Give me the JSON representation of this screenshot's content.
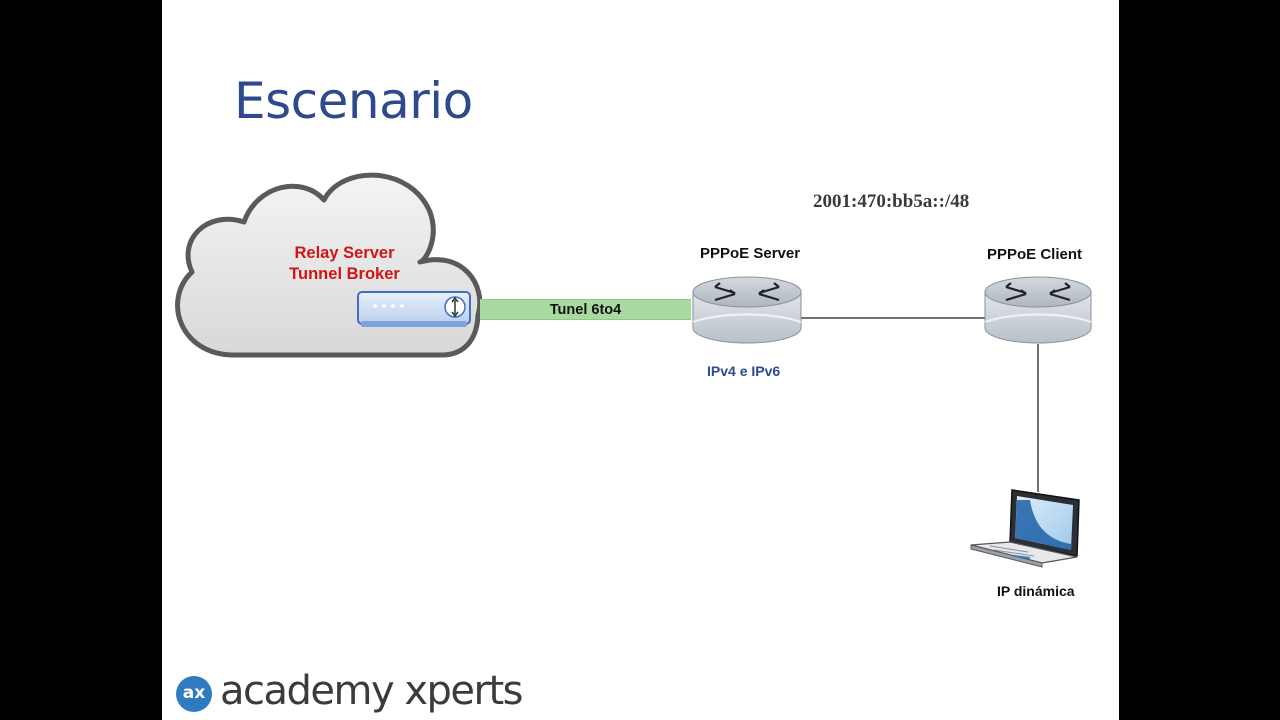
{
  "slide": {
    "title": "Escenario",
    "prefix": "2001:470:bb5a::/48",
    "cloud": {
      "line1": "Relay Server",
      "line2": "Tunnel Broker"
    },
    "tunnel": {
      "label": "Tunel 6to4",
      "color": "#A9DBA0"
    },
    "pppoe_server": {
      "label": "PPPoE Server",
      "sublabel": "IPv4 e IPv6"
    },
    "pppoe_client": {
      "label": "PPPoE Client"
    },
    "laptop": {
      "label": "IP dinámica"
    }
  },
  "brand": {
    "logo_mark": "ax",
    "name": "academy xperts",
    "color": "#2F7BC0"
  },
  "colors": {
    "title": "#2E4A8C",
    "cloud_label": "#D11414",
    "ip_label": "#2E4A8C"
  }
}
